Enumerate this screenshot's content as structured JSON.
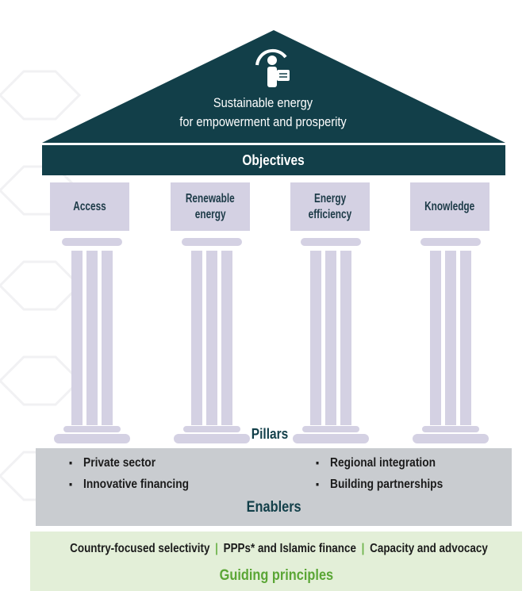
{
  "roof": {
    "line1": "Sustainable energy",
    "line2": "for empowerment and prosperity",
    "icon": "person-presenting-icon",
    "color": "#123f49"
  },
  "objectives": {
    "label": "Objectives"
  },
  "pillars": {
    "label": "Pillars",
    "items": [
      {
        "line1": "Access",
        "line2": ""
      },
      {
        "line1": "Renewable",
        "line2": "energy"
      },
      {
        "line1": "Energy",
        "line2": "efficiency"
      },
      {
        "line1": "Knowledge",
        "line2": ""
      }
    ],
    "color": "#d4d1e3"
  },
  "enablers": {
    "label": "Enablers",
    "items": [
      "Private sector",
      "Innovative financing",
      "Regional integration",
      "Building partnerships"
    ],
    "color": "#c9ccd0"
  },
  "guiding_principles": {
    "label": "Guiding principles",
    "items": [
      "Country-focused selectivity",
      "PPPs* and Islamic finance",
      "Capacity and advocacy"
    ],
    "separator": "|",
    "color": "#e3efd8",
    "accent": "#5aa635"
  }
}
